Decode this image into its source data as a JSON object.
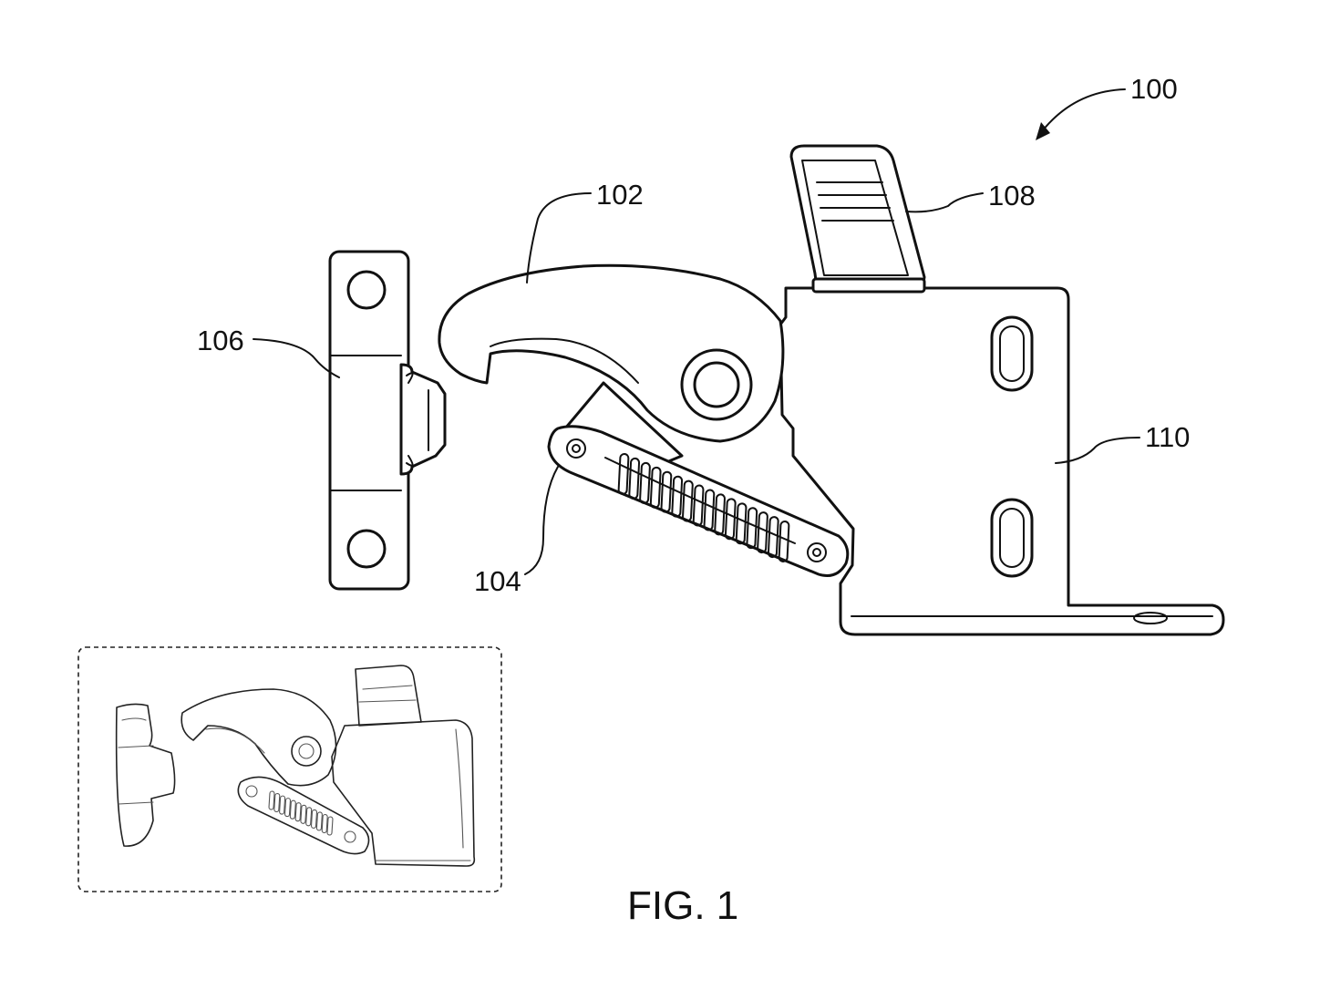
{
  "labels": {
    "assembly": "100",
    "hook_latch": "102",
    "spring_link": "104",
    "strike_plate": "106",
    "release_lever": "108",
    "base_bracket": "110"
  },
  "caption": "FIG. 1",
  "inset": {
    "style": "hand-sketch",
    "border": "dashed"
  },
  "colors": {
    "ink": "#111111",
    "paper": "#ffffff"
  }
}
